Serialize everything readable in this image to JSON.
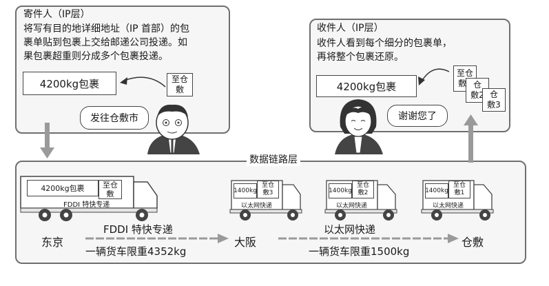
{
  "sender": {
    "title": "寄件人（IP层）",
    "desc": [
      "将写有目的地详细地址（IP 首部）的包",
      "裹单贴到包裹上交给邮递公司投递。如",
      "果包裹超重则分成多个包裹投递。"
    ],
    "package_label": "4200kg包裹",
    "tag": "至仓\n敷",
    "speech": "发往仓敷市"
  },
  "receiver": {
    "title": "收件人（IP层）",
    "desc": [
      "收件人看到每个细分的包裹单，",
      "再将整个包裹还原。"
    ],
    "package_label": "4200kg包裹",
    "tags": [
      "至仓\n敷1",
      "仓\n敷2",
      "仓\n敷3"
    ],
    "speech": "谢谢您了"
  },
  "datalink": {
    "title": "数据链路层",
    "truck_big": {
      "cargo": "4200kg包裹",
      "tag": "至仓\n敷",
      "side": "FDDI 特快专递"
    },
    "truck_osaka": {
      "cargo": "1400kg",
      "tag": "至仓\n敷3",
      "side": "以太网快递"
    },
    "truck_mid": {
      "cargo": "1400kg",
      "tag": "至仓\n敷2",
      "side": "以太网快递"
    },
    "truck_kura": {
      "cargo": "1400kg",
      "tag": "至仓\n敷1",
      "side": "以太网快递"
    },
    "cities": [
      "东京",
      "大阪",
      "仓敷"
    ],
    "route1": {
      "name": "FDDI 特快专递",
      "limit": "一辆货车限重4352kg"
    },
    "route2": {
      "name": "以太网快递",
      "limit": "一辆货车限重1500kg"
    }
  }
}
